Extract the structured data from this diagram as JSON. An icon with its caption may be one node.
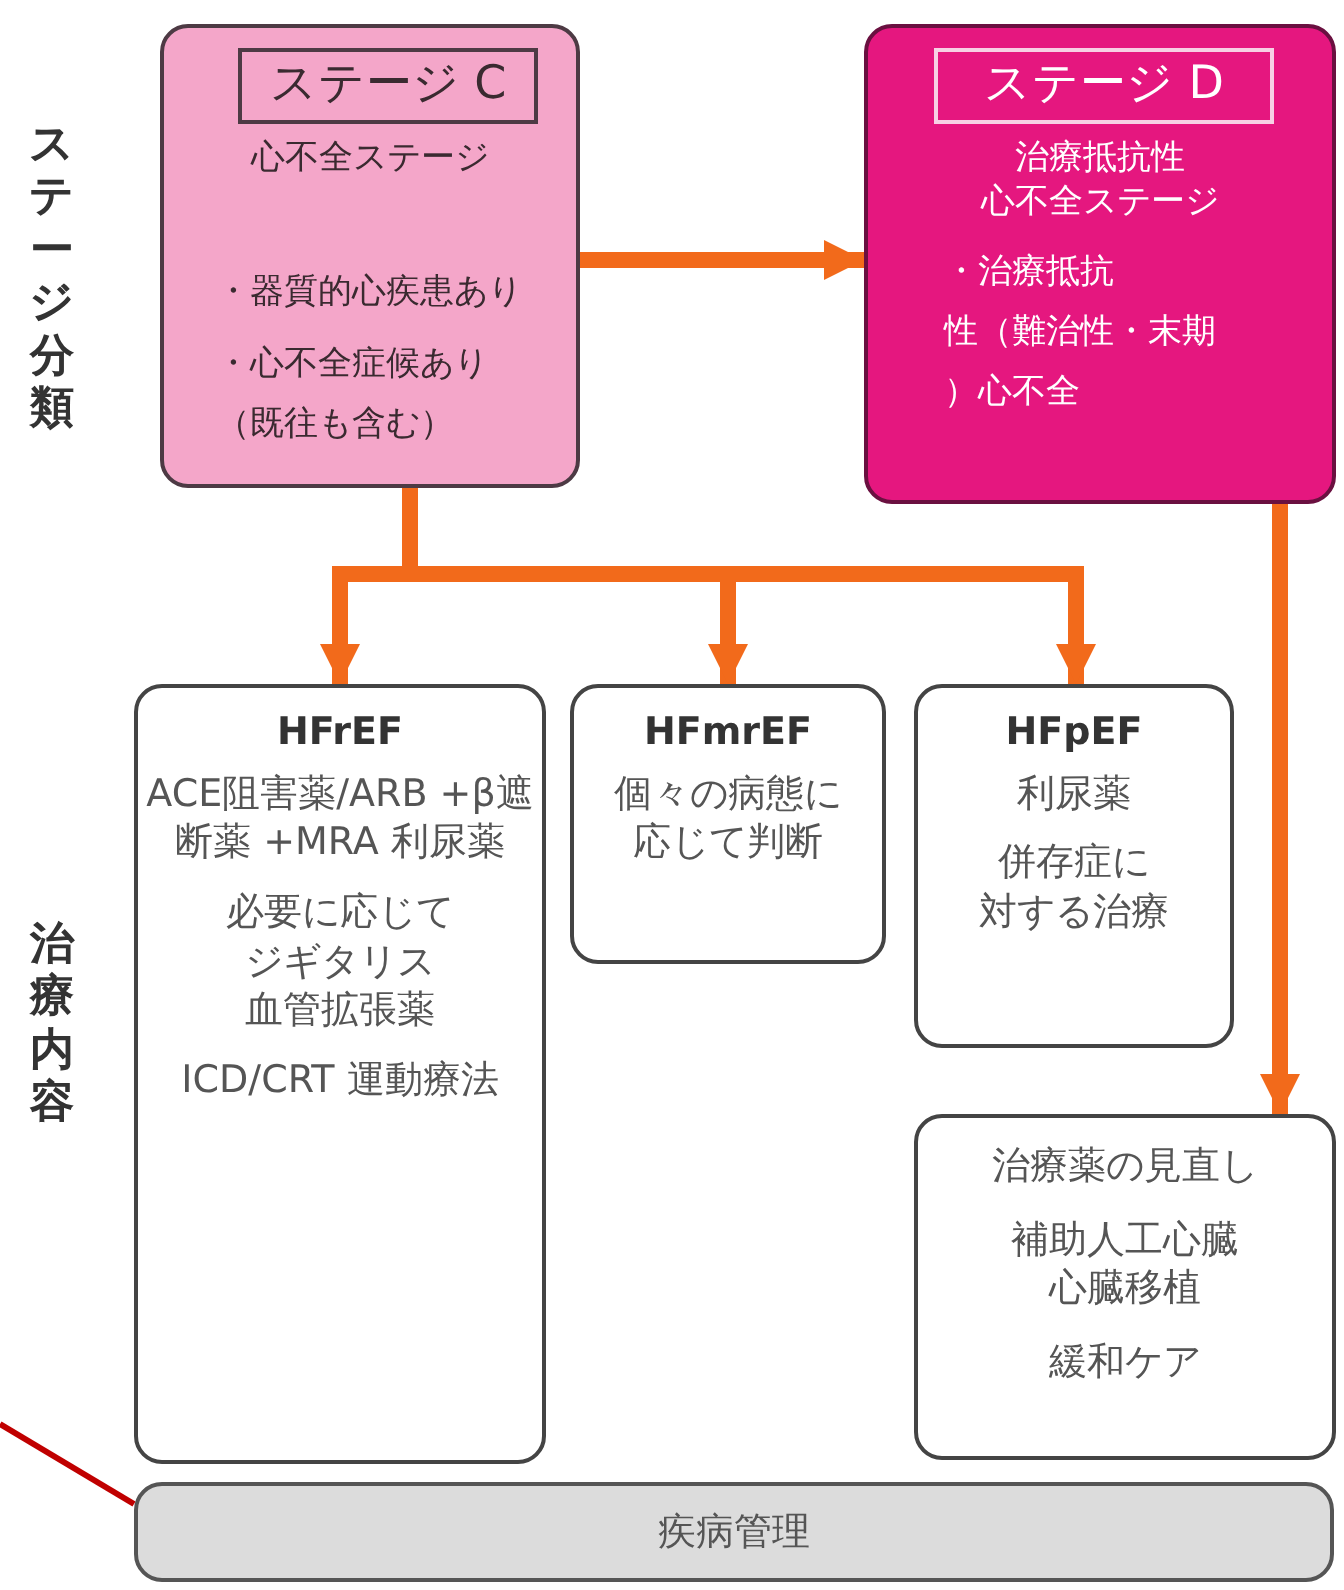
{
  "diagram": {
    "nodes": [
      {
        "text": [
          "心不全ステージ",
          "・器質的心疾患あり",
          "・心不全症候あり（既往も含む）"
        ]
      },
      {
        "text": [
          "ステージ C"
        ],
        "in": 0
      },
      {
        "text": [
          "治療抵抗性心不全ステージ",
          "・治療抵抗性（難治性・末期）心不全"
        ]
      },
      {
        "text": [
          "ステージ D"
        ],
        "in": 2
      },
      {
        "text": [
          "HFrEF",
          "ACE阻害薬/ARB +β遮断薬 +MRA 利尿薬",
          "必要に応じてジギタリス血管拡張薬",
          "ICD/CRT 運動療法"
        ]
      },
      {
        "text": [
          "HFmrEF",
          "個々の病態に応じて判断"
        ]
      },
      {
        "text": [
          "HFpEF",
          "利尿薬",
          "併存症に対する治療"
        ]
      },
      {
        "text": [
          "治療薬の見直し",
          "補助人工心臓心臓移植",
          "緩和ケア"
        ]
      },
      {
        "text": [
          "疾病管理"
        ]
      }
    ],
    "edges": [
      {
        "from": 0,
        "to": 2,
        "arrow": "to"
      },
      {
        "from": 0,
        "to": 4,
        "arrow": "to"
      },
      {
        "from": 0,
        "to": 5,
        "arrow": "to"
      },
      {
        "from": 0,
        "to": 6,
        "arrow": "to"
      },
      {
        "from": 2,
        "to": 7,
        "arrow": "to"
      },
      {
        "from": null,
        "to": 8,
        "arrow": "none",
        "color": "#c00000"
      }
    ],
    "labels": [
      "ステージ分類",
      "治療内容"
    ]
  }
}
